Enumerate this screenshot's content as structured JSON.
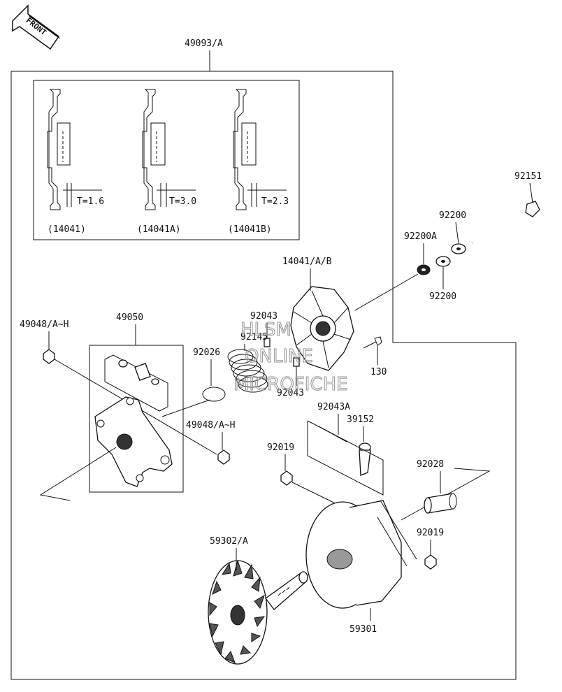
{
  "front_badge": "FRONT",
  "assembly_label": "49093/A",
  "inset": {
    "variants": [
      {
        "thickness": "T=1.6",
        "part": "(14041)"
      },
      {
        "thickness": "T=3.0",
        "part": "(14041A)"
      },
      {
        "thickness": "T=2.3",
        "part": "(14041B)"
      }
    ]
  },
  "labels": {
    "p92151": "92151",
    "p92200_top": "92200",
    "p92200A": "92200A",
    "p92200_bottom": "92200",
    "p14041": "14041/A/B",
    "p92043_top": "92043",
    "p92145": "92145",
    "p92026": "92026",
    "p92043_bottom": "92043",
    "p130": "130",
    "p49048_top": "49048/A~H",
    "p49050": "49050",
    "p49048_bottom": "49048/A~H",
    "p92043A": "92043A",
    "p39152": "39152",
    "p92019_top": "92019",
    "p92028": "92028",
    "p92019_bottom": "92019",
    "p59302": "59302/A",
    "p59301": "59301"
  },
  "watermark": [
    "HLSM",
    "ONLINE",
    "MICROFICHE"
  ]
}
